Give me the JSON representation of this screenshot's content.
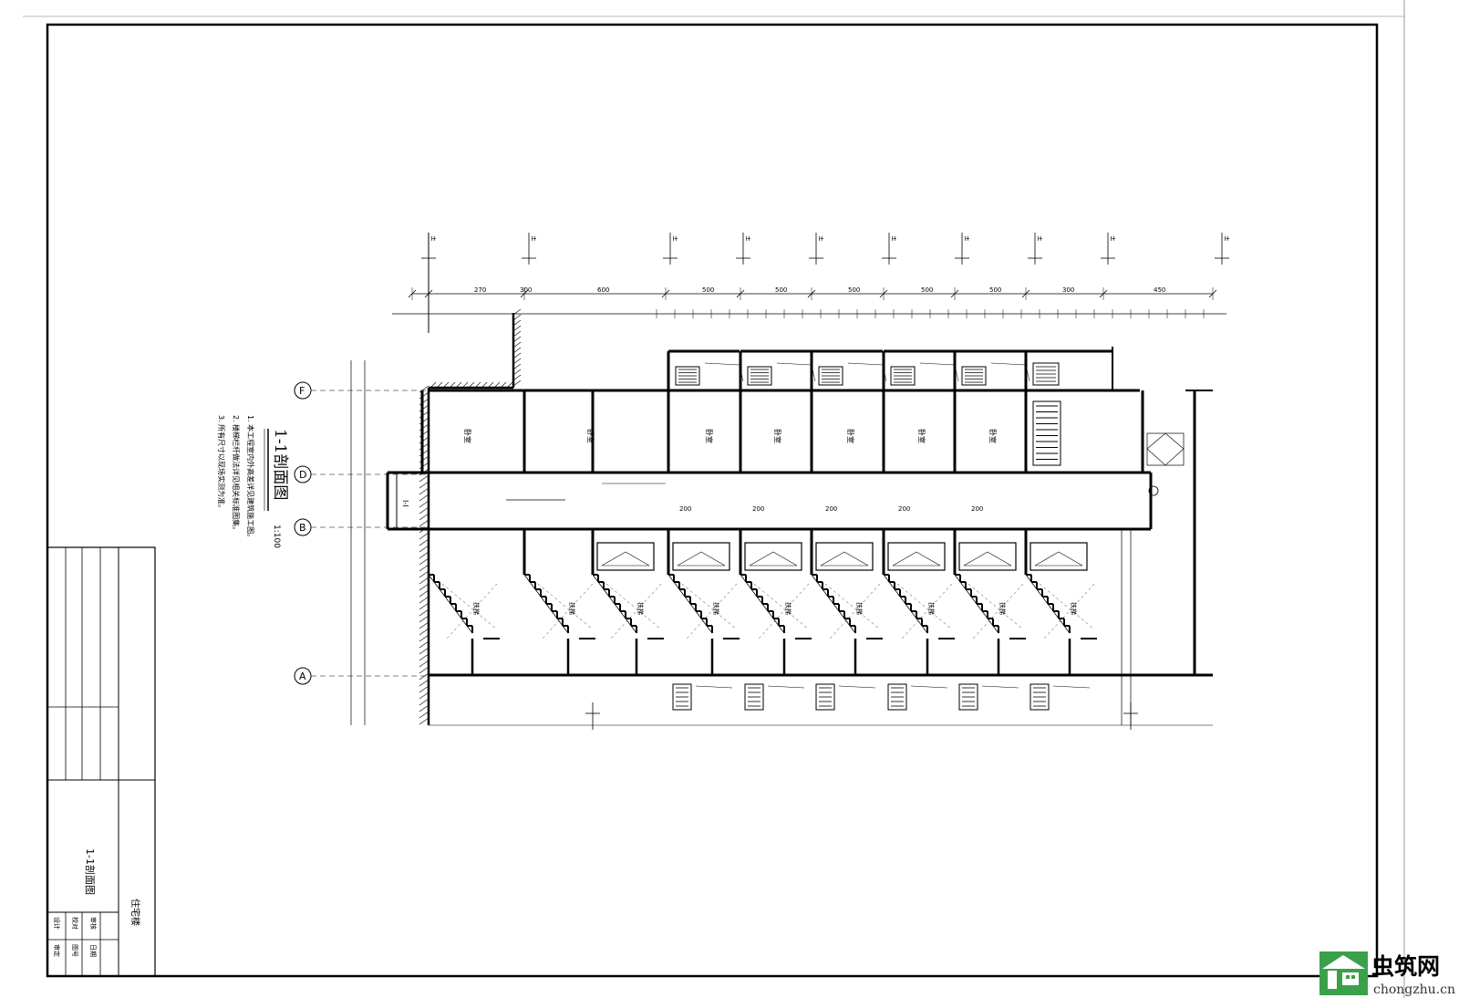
{
  "drawing": {
    "title": "1-1剖面图",
    "scale": "1:100",
    "grid_axes": [
      "F",
      "D",
      "B",
      "A"
    ],
    "room_label": "卧室",
    "top_dimensions": [
      "270",
      "300",
      "600",
      "500",
      "500",
      "500",
      "500",
      "500",
      "300",
      "450"
    ],
    "section_dims": [
      "200",
      "200",
      "200",
      "200",
      "200"
    ],
    "notes": [
      "1. 本工程室内外高差详见建筑施工图。",
      "2. 楼梯栏杆做法详见相关标准图集。",
      "3. 所有尺寸以现场实测为准。"
    ]
  },
  "title_block": {
    "drawing_name": "1-1剖面图",
    "project": "住宅楼",
    "fields": [
      "设计",
      "校对",
      "审核",
      "审定",
      "图号",
      "日期"
    ]
  },
  "watermark": {
    "name": "虫筑网",
    "url": "chongzhu.cn"
  },
  "colors": {
    "line": "#000000",
    "background": "#ffffff",
    "logo_green": "#3aa14a"
  }
}
